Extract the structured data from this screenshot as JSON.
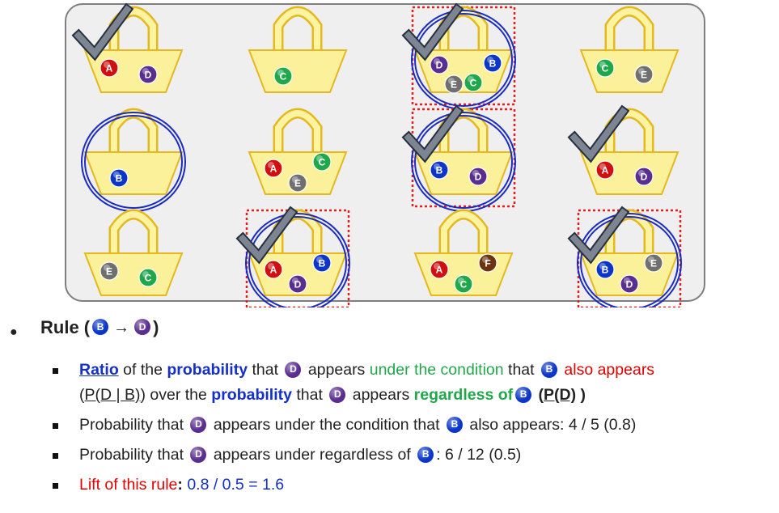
{
  "ball_colors": {
    "A": "#d01010",
    "B": "#0b36c8",
    "C": "#1ea84a",
    "D": "#5a2d91",
    "E": "#6f6f6f",
    "F": "#6b3410"
  },
  "baskets": [
    {
      "balls": [
        "A",
        "D"
      ],
      "checked": true,
      "circled": false,
      "dotted": false
    },
    {
      "balls": [
        "C"
      ],
      "checked": false,
      "circled": false,
      "dotted": false
    },
    {
      "balls": [
        "D",
        "B",
        "E",
        "C"
      ],
      "checked": true,
      "circled": true,
      "dotted": true
    },
    {
      "balls": [
        "C",
        "E"
      ],
      "checked": false,
      "circled": false,
      "dotted": false
    },
    {
      "balls": [
        "B"
      ],
      "checked": false,
      "circled": true,
      "dotted": false
    },
    {
      "balls": [
        "A",
        "C",
        "E"
      ],
      "checked": false,
      "circled": false,
      "dotted": false
    },
    {
      "balls": [
        "B",
        "D"
      ],
      "checked": true,
      "circled": true,
      "dotted": true
    },
    {
      "balls": [
        "A",
        "D"
      ],
      "checked": true,
      "circled": false,
      "dotted": false
    },
    {
      "balls": [
        "E",
        "C"
      ],
      "checked": false,
      "circled": false,
      "dotted": false
    },
    {
      "balls": [
        "A",
        "B",
        "D"
      ],
      "checked": true,
      "circled": true,
      "dotted": true
    },
    {
      "balls": [
        "A",
        "F",
        "C"
      ],
      "checked": false,
      "circled": false,
      "dotted": false
    },
    {
      "balls": [
        "B",
        "E",
        "D"
      ],
      "checked": true,
      "circled": true,
      "dotted": true
    }
  ],
  "rule": {
    "prefix": "Rule (",
    "antecedent": "B",
    "arrow": "→",
    "consequent": "D",
    "suffix": ")"
  },
  "items": {
    "i1": {
      "t1": "Ratio",
      "t2": " of the ",
      "t3": "probability",
      "t4": " that ",
      "b1": "D",
      "t5": " appears ",
      "t6": "under the condition",
      "t7": " that ",
      "b2": "B",
      "t8": " also appears",
      "t9": "(",
      "t10": "P(D | B)",
      "t11": ") over the ",
      "t12": "probability",
      "t13": " that ",
      "b3": "D",
      "t14": " appears ",
      "t15": "regardless of",
      "b4": "B",
      "t16": " (",
      "t17": "P(D)",
      "t18": " )"
    },
    "i2": {
      "t1": "Probability that ",
      "b1": "D",
      "t2": " appears under the condition that ",
      "b2": "B",
      "t3": " also appears: 4 / 5 (0.8)"
    },
    "i3": {
      "t1": "Probability that ",
      "b1": "D",
      "t2": " appears under regardless of ",
      "b2": "B",
      "t3": ": 6 / 12 (0.5)"
    },
    "i4": {
      "t1": "Lift of this rule",
      ":": ": ",
      "t2": "0.8 / 0.5 = 1.6"
    }
  }
}
